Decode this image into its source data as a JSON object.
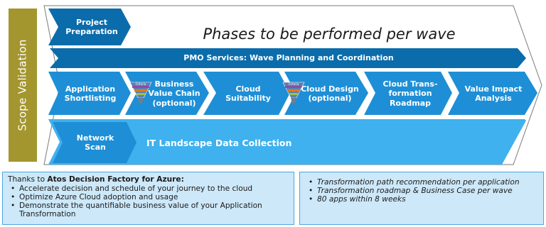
{
  "colors": {
    "scope_bar": "#a4962e",
    "dark_blue": "#0b6cab",
    "mid_blue": "#1e8fd6",
    "light_blue": "#3fb1ee",
    "box_fill": "#cde8f9",
    "box_border": "#4aa7e0"
  },
  "scope_validation": "Scope Validation",
  "phases_title": "Phases to be performed per wave",
  "pmo_services": "PMO Services: Wave Planning and Coordination",
  "project_preparation": "Project\nPreparation",
  "phases": [
    {
      "label": "Application\nShortlisting"
    },
    {
      "label": "Business\nValue Chain\n(optional)"
    },
    {
      "label": "Cloud\nSuitability"
    },
    {
      "label": "Cloud Design\n(optional)"
    },
    {
      "label": "Cloud Trans-\nformation\nRoadmap"
    },
    {
      "label": "Value Impact\nAnalysis"
    }
  ],
  "network_scan": "Network\nScan",
  "it_landscape": "IT Landscape Data Collection",
  "funnel_icons": [
    "funnel-criteria-icon",
    "funnel-criteria-icon"
  ],
  "funnel_label": "Criteria",
  "benefits": {
    "intro": "Thanks to ",
    "brand": "Atos Decision Factory for Azure:",
    "items": [
      "Accelerate decision and schedule of your journey to the cloud",
      "Optimize Azure Cloud adoption and usage",
      "Demonstrate the quantifiable business value of your Application Transformation"
    ]
  },
  "outcomes": {
    "items": [
      "Transformation path recommendation per application",
      "Transformation roadmap & Business Case per wave",
      "80 apps within 8 weeks"
    ]
  }
}
